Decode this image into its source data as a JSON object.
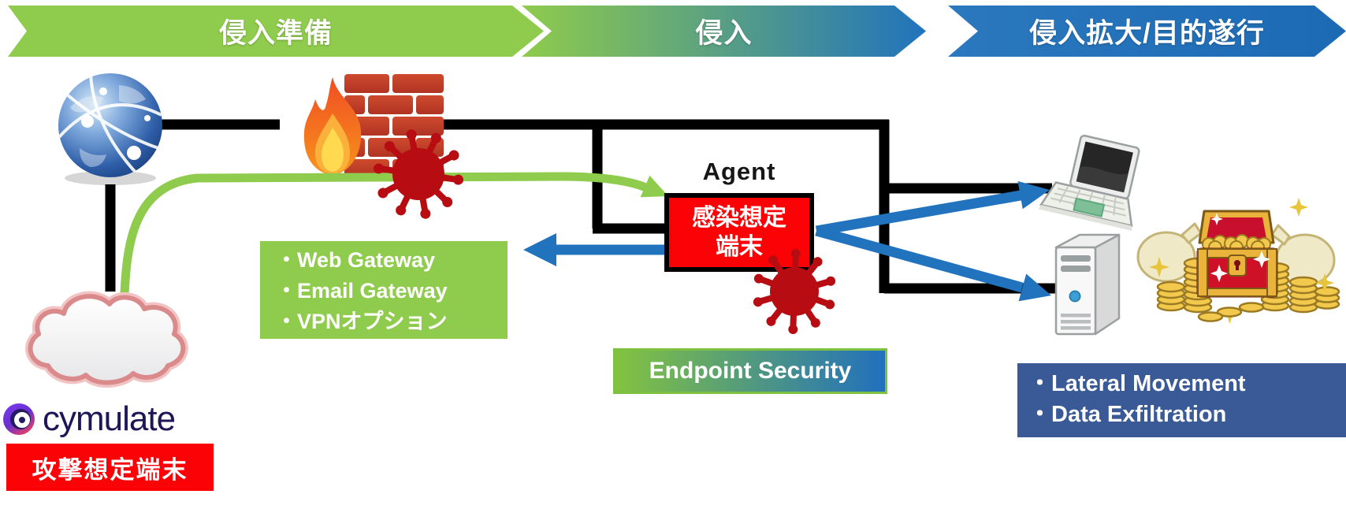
{
  "diagram_title": "cymulate-attack-kill-chain-diagram",
  "stages": [
    {
      "id": "preparation",
      "label": "侵入準備",
      "color": "#8FCB4C"
    },
    {
      "id": "intrusion",
      "label": "侵入",
      "color_left": "#8FCB4C",
      "color_right": "#2173BD"
    },
    {
      "id": "expansion",
      "label": "侵入拡大/目的遂行",
      "color": "#2173BD"
    }
  ],
  "agent": {
    "label": "Agent"
  },
  "infected_host": {
    "line1": "感染想定",
    "line2": "端末",
    "bg": "#FB0207",
    "border": "#000000"
  },
  "gateway": {
    "items": [
      "・Web Gateway",
      "・Email Gateway",
      "・VPNオプション"
    ],
    "bg": "#8FCB4C"
  },
  "endpoint": {
    "label": "Endpoint Security",
    "bg_left": "#83C340",
    "bg_right": "#2170BE"
  },
  "objective": {
    "items": [
      "・Lateral Movement",
      "・Data Exfiltration"
    ],
    "bg": "#3A5A97"
  },
  "brand": {
    "name": "cymulate",
    "text_color": "#1E1656"
  },
  "attacker_host": {
    "label": "攻撃想定端末",
    "bg": "#FB0207"
  },
  "icons": {
    "internet": "globe-icon",
    "firewall": "firewall-brick-flame-icon",
    "malware1": "virus-icon",
    "malware2": "virus-icon",
    "attacker_cloud": "cloud-icon",
    "endpoint_pc": "laptop-icon",
    "server": "server-tower-icon",
    "assets": "treasure-chest-icon",
    "brand_mark": "cymulate-logo-mark"
  },
  "colors": {
    "green": "#8FCB4C",
    "blue": "#2173BD",
    "dark_blue_box": "#3A5A97",
    "red": "#FB0207",
    "virus_red": "#B70D12",
    "line_black": "#000000",
    "brand_navy": "#1E1656"
  }
}
